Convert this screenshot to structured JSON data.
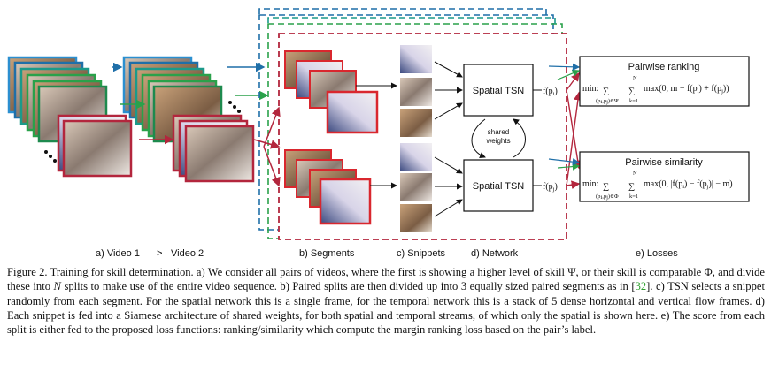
{
  "labels": {
    "video1": "a) Video 1",
    "gt": ">",
    "video2": "Video 2",
    "segments": "b) Segments",
    "snippets": "c) Snippets",
    "network": "d) Network",
    "losses": "e) Losses"
  },
  "network": {
    "top_label": "Spatial TSN",
    "bottom_label": "Spatial TSN",
    "shared_line1": "shared",
    "shared_line2": "weights",
    "out_top": "f(p",
    "out_top_sub": "i",
    "out_bottom": "f(p",
    "out_bottom_sub": "j",
    "close": ")"
  },
  "ranking": {
    "title": "Pairwise ranking",
    "min": "min:",
    "sum_sub": "(p",
    "formula": "max(0, m − f(p",
    "formula_tail": ") + f(p",
    "end": "))",
    "N": "N",
    "k": "k=1"
  },
  "similarity": {
    "title": "Pairwise similarity",
    "min": "min:",
    "formula": "max(0, |f(p",
    "formula_mid": ") − f(p",
    "formula_end": ")| − m)",
    "N": "N",
    "k": "k=1"
  },
  "caption": {
    "p1": "Figure 2. Training for skill determination. a) We consider all pairs of videos, where the first is showing a higher level of skill Ψ, or their skill is comparable Φ, and divide these into ",
    "N": "N",
    "p2": " splits to make use of the entire video sequence. b) Paired splits are then divided up into 3 equally sized paired segments as in [",
    "cite": "32",
    "p3": "]. c) TSN selects a snippet randomly from each segment. For the spatial network this is a single frame, for the temporal network this is a stack of 5 dense horizontal and vertical flow frames. d) Each snippet is fed into a Siamese architecture of shared weights, for both spatial and temporal streams, of which only the spatial is shown here. e) The score from each split is either fed to the proposed loss functions: ranking/similarity which compute the margin ranking loss based on the pair’s label."
  },
  "colors": {
    "red": "#b3263d",
    "green": "#2aa14a",
    "blue": "#1f6fa8",
    "teal": "#1b9a8a",
    "darkgreen": "#1e8a4e"
  }
}
